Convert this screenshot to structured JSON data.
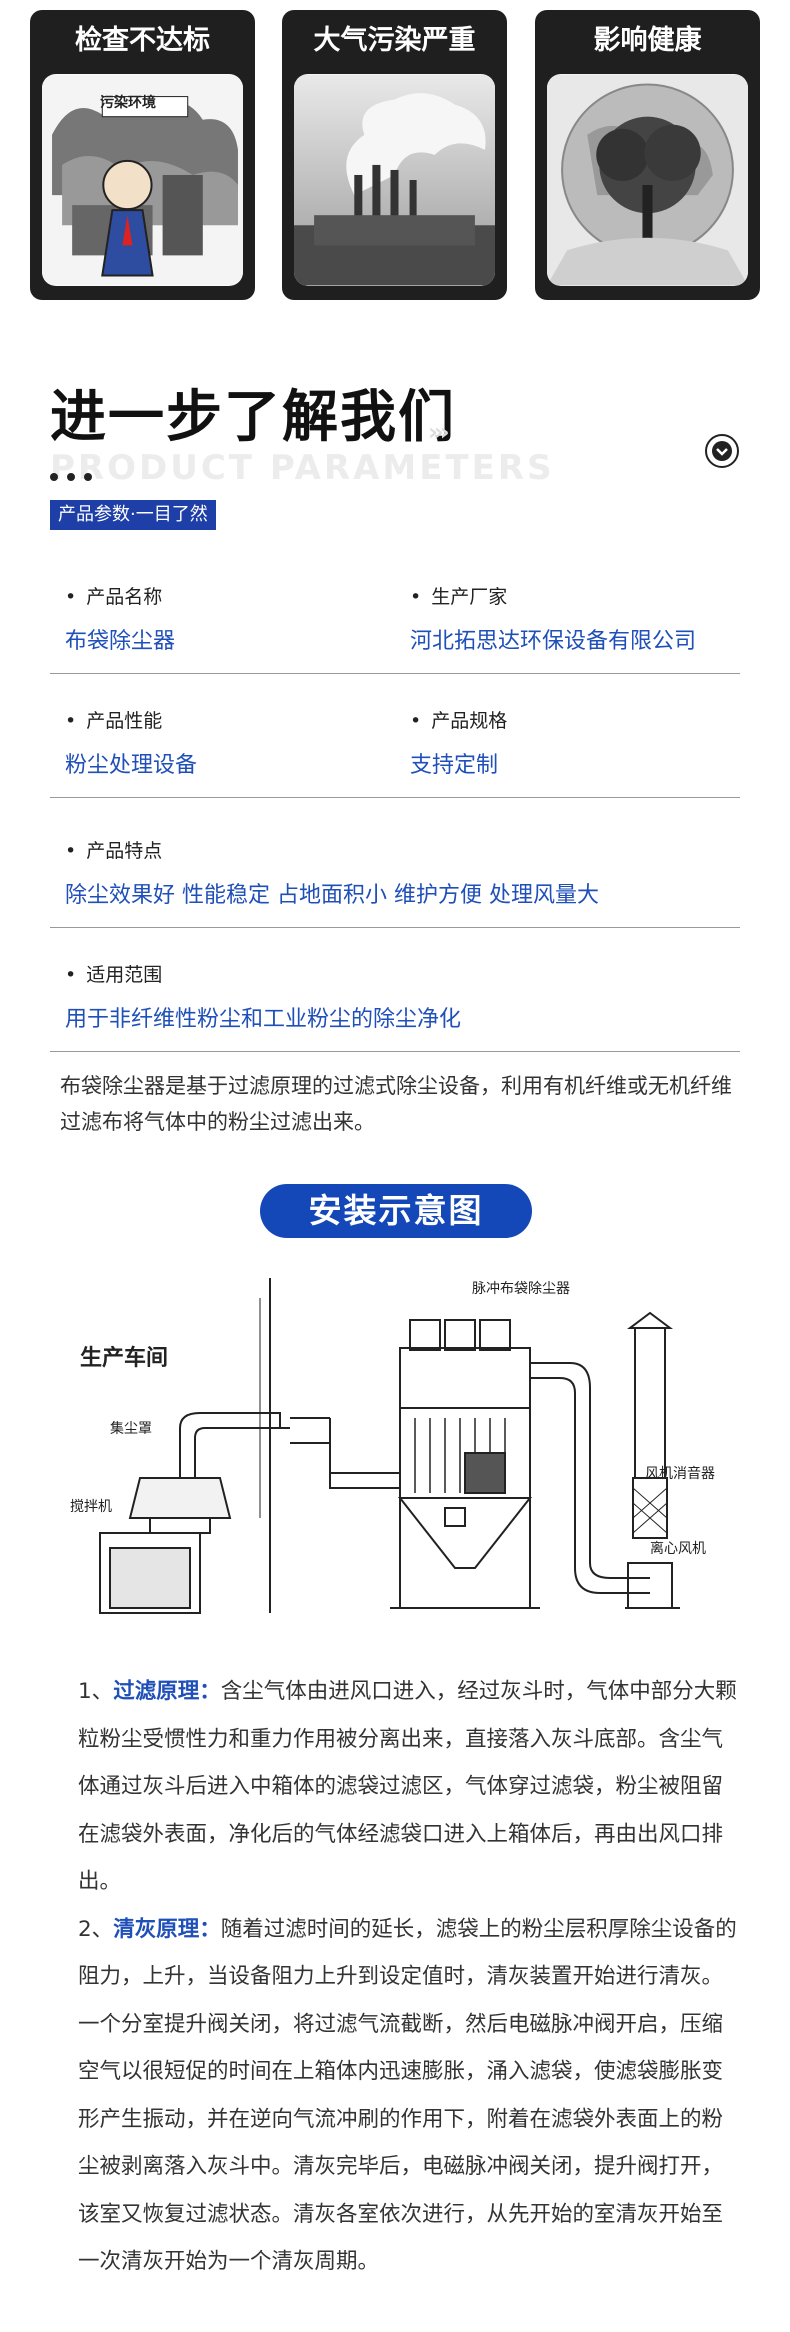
{
  "cards": [
    {
      "title": "检查不达标",
      "image_icon": "pollution-cartoon-icon"
    },
    {
      "title": "大气污染严重",
      "image_icon": "factory-smoke-icon"
    },
    {
      "title": "影响健康",
      "image_icon": "tree-globe-icon"
    }
  ],
  "cards_sign_text": "污染环境",
  "section": {
    "title": "进一步了解我们",
    "watermark": "PRODUCT PARAMETERS",
    "badge": "产品参数·一目了然"
  },
  "params": {
    "name_label": "产品名称",
    "name_value": "布袋除尘器",
    "maker_label": "生产厂家",
    "maker_value": "河北拓思达环保设备有限公司",
    "perf_label": "产品性能",
    "perf_value": "粉尘处理设备",
    "spec_label": "产品规格",
    "spec_value": "支持定制",
    "feature_label": "产品特点",
    "feature_value": "除尘效果好 性能稳定 占地面积小 维护方便 处理风量大",
    "scope_label": "适用范围",
    "scope_value": "用于非纤维性粉尘和工业粉尘的除尘净化"
  },
  "intro": "布袋除尘器是基于过滤原理的过滤式除尘设备，利用有机纤维或无机纤维过滤布将气体中的粉尘过滤出来。",
  "install": {
    "title": "安装示意图",
    "labels": {
      "workshop": "生产车间",
      "collector": "脉冲布袋除尘器",
      "hood": "集尘罩",
      "mixer": "搅拌机",
      "muffler": "风机消音器",
      "fan": "离心风机"
    }
  },
  "principles": {
    "p1_num": "1、",
    "p1_head": "过滤原理：",
    "p1_text": "含尘气体由进风口进入，经过灰斗时，气体中部分大颗粒粉尘受惯性力和重力作用被分离出来，直接落入灰斗底部。含尘气体通过灰斗后进入中箱体的滤袋过滤区，气体穿过滤袋，粉尘被阻留在滤袋外表面，净化后的气体经滤袋口进入上箱体后，再由出风口排出。",
    "p2_num": "2、",
    "p2_head": "清灰原理：",
    "p2_text": "随着过滤时间的延长，滤袋上的粉尘层积厚除尘设备的阻力，上升，当设备阻力上升到设定值时，清灰装置开始进行清灰。一个分室提升阀关闭，将过滤气流截断，然后电磁脉冲阀开启，压缩空气以很短促的时间在上箱体内迅速膨胀，涌入滤袋，使滤袋膨胀变形产生振动，并在逆向气流冲刷的作用下，附着在滤袋外表面上的粉尘被剥离落入灰斗中。清灰完毕后，电磁脉冲阀关闭，提升阀打开，该室又恢复过滤状态。清灰各室依次进行，从先开始的室清灰开始至一次清灰开始为一个清灰周期。"
  }
}
